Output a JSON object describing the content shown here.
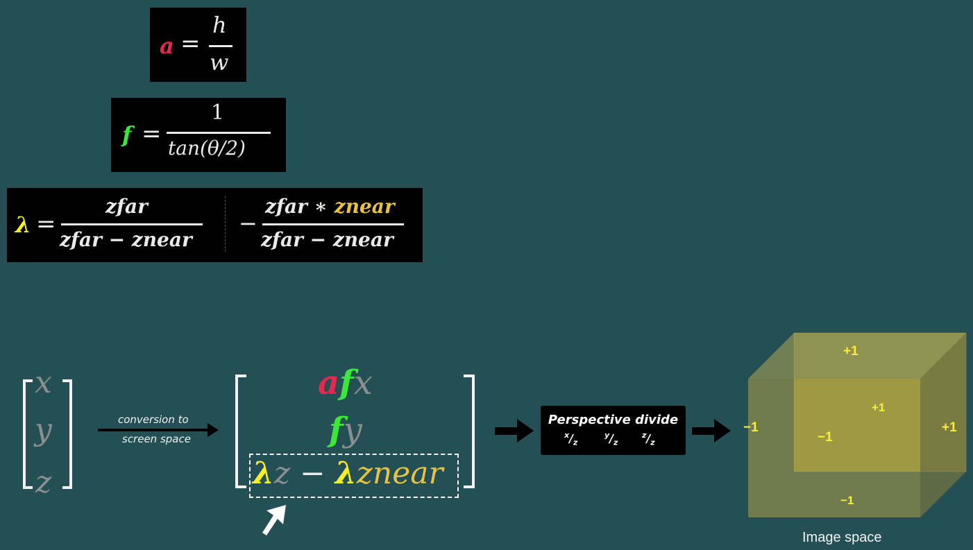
{
  "equations": {
    "aspect": {
      "lhs": "a",
      "numerator": "h",
      "denominator": "w",
      "equals": "="
    },
    "focal": {
      "lhs": "f",
      "numerator": "1",
      "denominator": "tan(θ/2)",
      "equals": "="
    },
    "lambda": {
      "lhs": "λ",
      "equals": "=",
      "frac1_num": "zfar",
      "frac1_den": "zfar − znear",
      "minus": "−",
      "frac2_num_a": "zfar ∗ ",
      "frac2_num_b": "znear",
      "frac2_den": "zfar − znear"
    }
  },
  "input_vector": {
    "x": "x",
    "y": "y",
    "z": "z"
  },
  "conversion_label": {
    "line1": "conversion to",
    "line2": "screen space"
  },
  "matrix": {
    "row1": {
      "a": "a",
      "f": "f",
      "x": "x"
    },
    "row2": {
      "f": "f",
      "y": "y"
    },
    "row3": {
      "lambda1": "λ",
      "z": "z",
      "minus": " − ",
      "lambda2": "λ",
      "znear": "znear"
    }
  },
  "perspective_divide": {
    "title": "Perspective divide",
    "x_over_z": {
      "num": "x",
      "den": "z"
    },
    "y_over_z": {
      "num": "y",
      "den": "z"
    },
    "z_over_z": {
      "num": "z",
      "den": "z"
    }
  },
  "cube_labels": {
    "top": "+1",
    "left": "−1",
    "right": "+1",
    "bottom": "−1",
    "inner_plus": "+1",
    "inner_minus": "−1"
  },
  "caption": "Image space",
  "colors": {
    "background": "#244f55",
    "a": "#e8274f",
    "f": "#3ee63a",
    "lambda": "#f7ef2a",
    "znear": "#e8c243",
    "gray": "#8a8f8f",
    "cube_fill": "#a39a4a"
  }
}
